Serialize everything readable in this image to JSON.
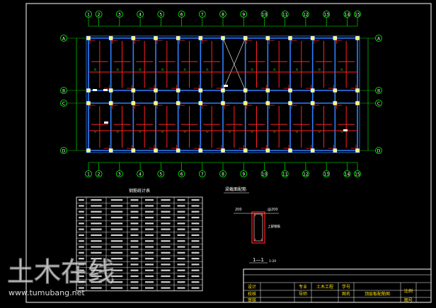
{
  "drawing": {
    "frame_color": "#ffffff",
    "grid_color": "#00ff00",
    "beam_color": "#2f7fff",
    "rebar_color": "#ff2020",
    "text_color": "#ffffff",
    "title_text_color": "#ffe400",
    "highlight_fill": "#ffffff",
    "axis_bubble_labels": [
      "1",
      "2",
      "3",
      "4",
      "5",
      "6",
      "7",
      "8",
      "9",
      "10",
      "11",
      "12",
      "13",
      "14",
      "15"
    ],
    "row_bubble_labels": [
      "A",
      "B",
      "C",
      "D"
    ]
  },
  "table": {
    "title": "钢筋统计表",
    "row_count": 14
  },
  "section_detail": {
    "title": "梁截面配筋",
    "dim_left": "200",
    "dim_right": "@200",
    "note": "上部钢筋",
    "cut_label": "1—1",
    "scale_label": "1:20"
  },
  "title_block": {
    "cells": {
      "design": "设计",
      "check": "校核",
      "review": "审核",
      "major": "专业",
      "major_value": "土木工程",
      "number": "学号",
      "tutor": "导师",
      "drawing_name_label": "图名",
      "drawing_name": "顶层板配筋图",
      "scale": "比例",
      "sheet": "图号"
    }
  },
  "watermark": {
    "logo": "土木在线",
    "url": "www.tumubang.net"
  }
}
